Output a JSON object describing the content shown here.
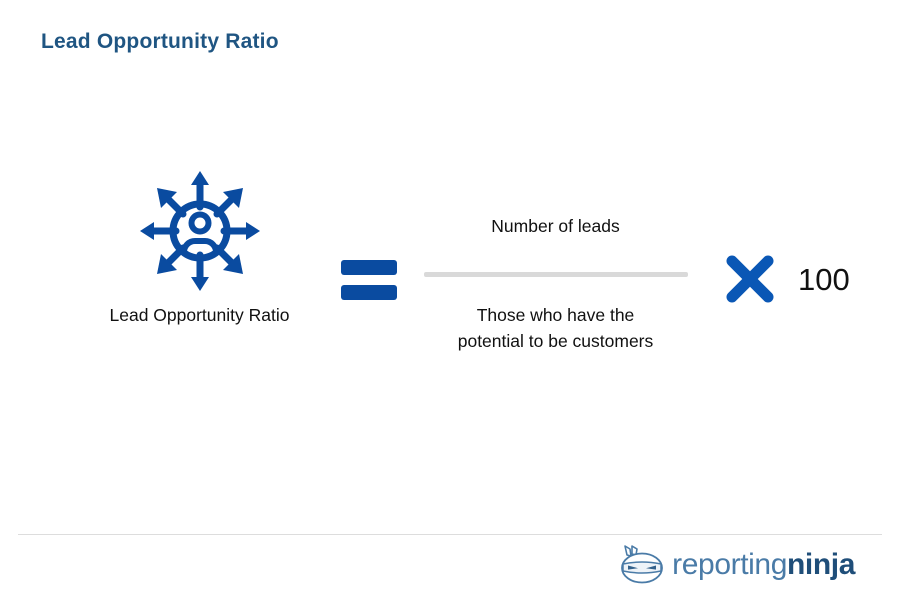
{
  "page": {
    "title": "Lead Opportunity Ratio",
    "background_color": "#ffffff"
  },
  "colors": {
    "title_blue": "#1f5582",
    "icon_blue": "#0a4ba0",
    "text_black": "#111111",
    "rule_gray": "#d9d9d9",
    "divider_gray": "#dddddd",
    "logo_light_blue": "#4a7ba7",
    "logo_dark_blue": "#1f4e79"
  },
  "formula": {
    "metric": {
      "icon": "person-network-outward-arrows-icon",
      "label": "Lead Opportunity Ratio"
    },
    "equals": {
      "icon": "equals-icon",
      "symbol": "="
    },
    "fraction": {
      "numerator": "Number of leads",
      "denominator": "Those who have the potential to be customers",
      "bar": "fraction-bar"
    },
    "multiply": {
      "icon": "multiply-icon",
      "symbol": "×",
      "value": "100"
    }
  },
  "footer": {
    "logo": {
      "mark": "ninja-head-icon",
      "word_primary": "reporting",
      "word_secondary": "ninja"
    }
  }
}
